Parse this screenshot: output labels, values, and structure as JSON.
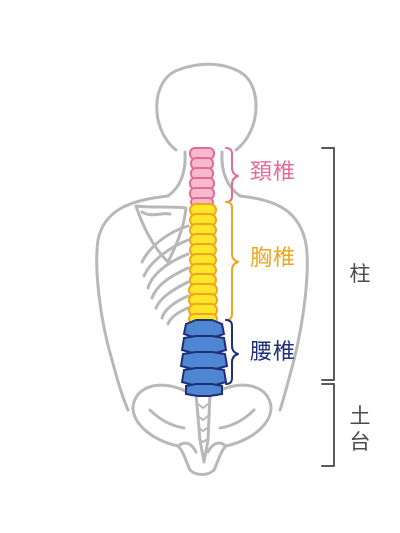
{
  "labels": {
    "cervical": "頚椎",
    "thoracic": "胸椎",
    "lumbar": "腰椎",
    "pillar": "柱",
    "foundation_top": "土",
    "foundation_bottom": "台"
  },
  "colors": {
    "outline": "#b8b8b8",
    "cervical": "#e46c94",
    "cervical_fill": "#f6b9cd",
    "thoracic": "#f0a51f",
    "thoracic_fill": "#ffe62a",
    "lumbar": "#1f2f7a",
    "lumbar_fill": "#4f86d2",
    "bracket_gray": "#5a5a5a"
  }
}
